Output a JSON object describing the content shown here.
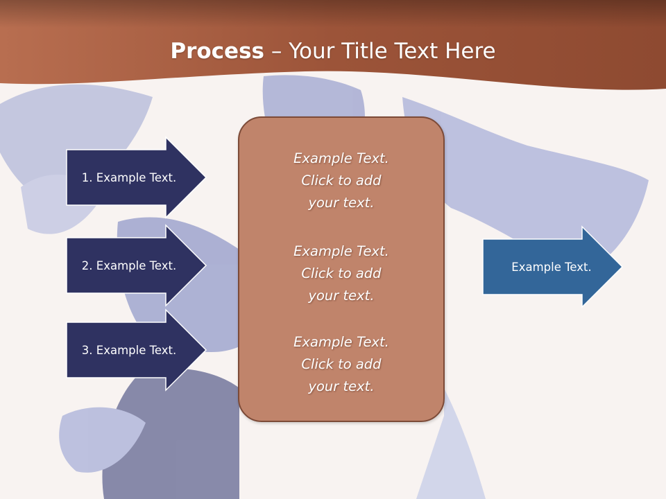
{
  "title": {
    "bold": "Process",
    "separator": " – ",
    "rest": "Your Title Text Here"
  },
  "left_arrows": [
    {
      "label": "1. Example Text."
    },
    {
      "label": "2. Example Text."
    },
    {
      "label": "3. Example Text."
    }
  ],
  "center_box": {
    "blocks": [
      {
        "lines": [
          "Example Text.",
          "Click  to add",
          "your text."
        ]
      },
      {
        "lines": [
          "Example Text.",
          "Click  to add",
          "your text."
        ]
      },
      {
        "lines": [
          "Example Text.",
          "Click  to add",
          "your text."
        ]
      }
    ]
  },
  "output_arrow": {
    "label": "Example Text."
  },
  "colors": {
    "header_band": "#a45a3c",
    "left_arrow_fill": "#2f3261",
    "output_arrow_fill": "#336699",
    "center_box_fill": "#c0846b",
    "center_box_border": "#7c4a37"
  }
}
